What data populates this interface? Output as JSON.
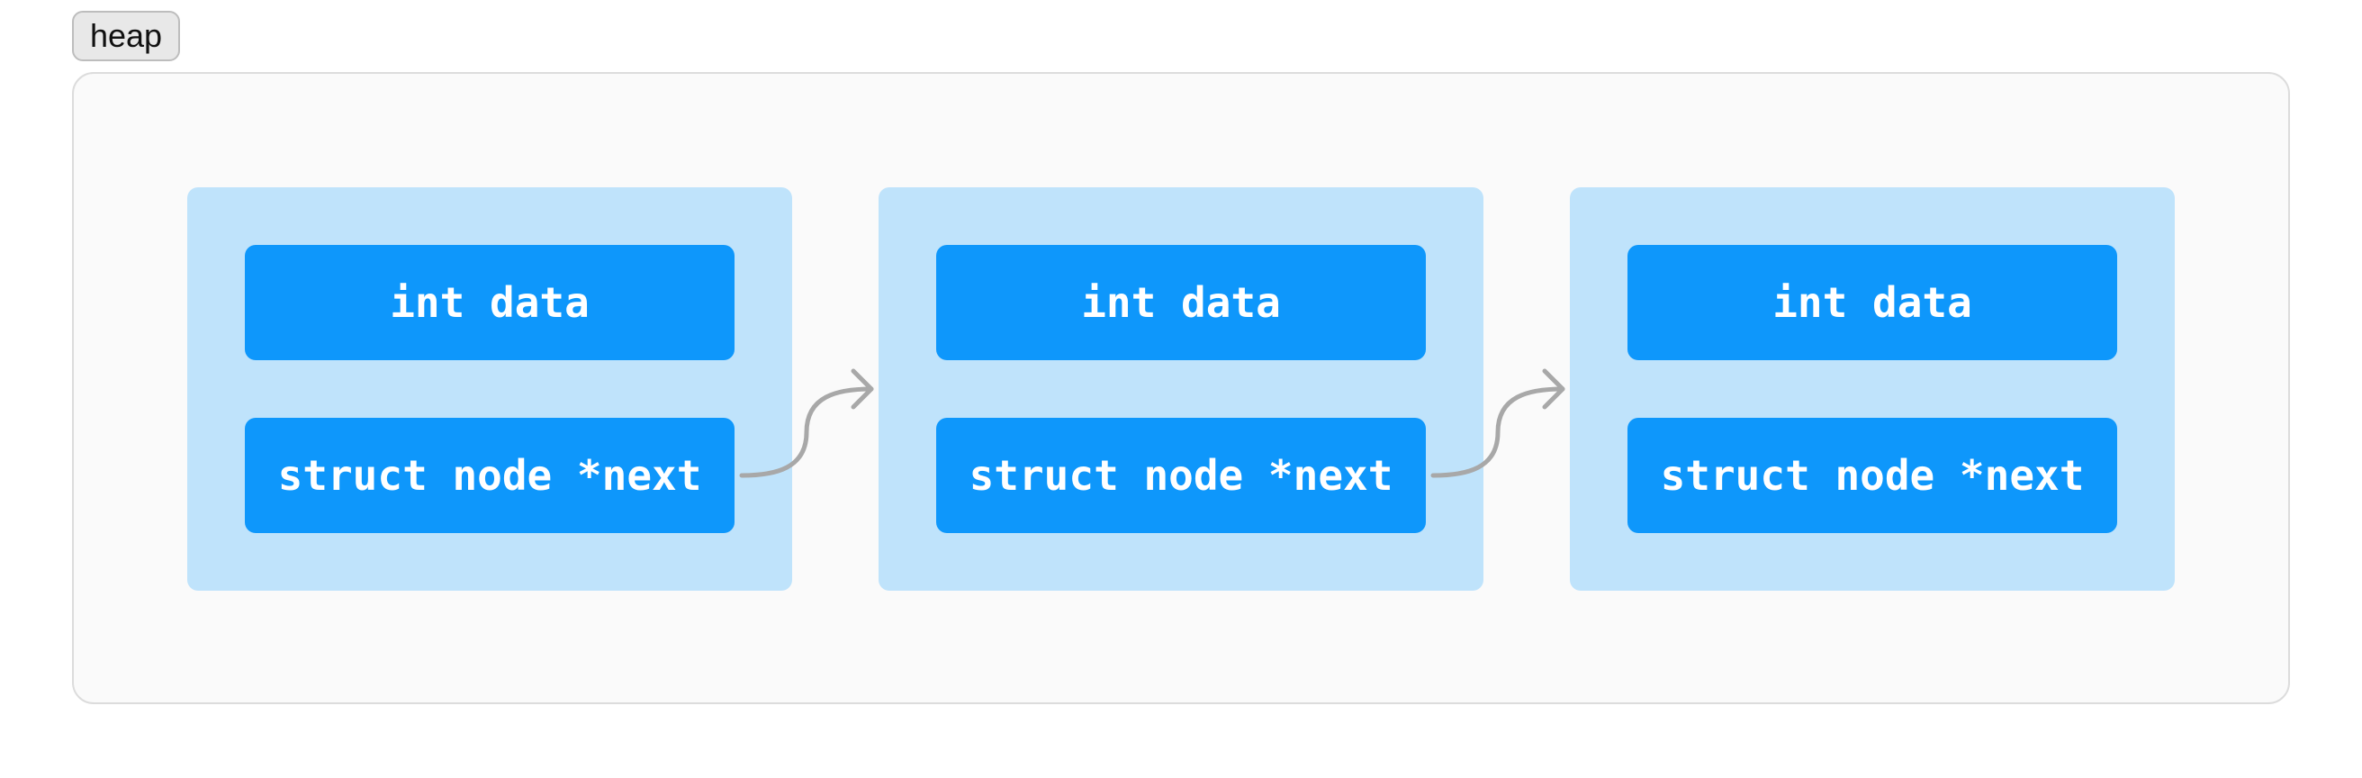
{
  "heap": {
    "label": "heap"
  },
  "nodes": [
    {
      "data_field": "int data",
      "next_field": "struct node *next"
    },
    {
      "data_field": "int data",
      "next_field": "struct node *next"
    },
    {
      "data_field": "int data",
      "next_field": "struct node *next"
    }
  ],
  "links": [
    {
      "from": 0,
      "to": 1
    },
    {
      "from": 1,
      "to": 2
    }
  ],
  "colors": {
    "node_bg": "#bfe3fb",
    "field_bg": "#0e97fb",
    "field_text": "#ffffff",
    "heap_bg": "#fafafa",
    "heap_border": "#dcdcdc",
    "arrow": "#a8a8a8"
  }
}
